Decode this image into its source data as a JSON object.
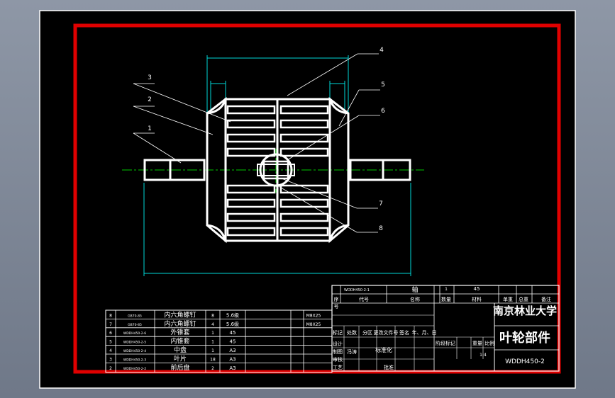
{
  "viewer": {
    "background": "#8e97a6"
  },
  "sheet": {
    "background": "#000000",
    "border_color": "#e00000"
  },
  "colors": {
    "dimension": "#00d8d8",
    "centerline": "#00c800",
    "leader": "#ffffff",
    "linework": "#ffffff"
  },
  "balloons": [
    "4",
    "3",
    "2",
    "5",
    "6",
    "1",
    "7",
    "8"
  ],
  "title_block": {
    "school": "南京林业大学",
    "part_name": "叶轮部件",
    "drawing_no": "WDDH450-2",
    "top_code": "WDDH450-2-1",
    "top_name": "轴",
    "top_qty": "1",
    "top_material": "45",
    "header": {
      "seq": "序",
      "code": "代号",
      "name": "名称",
      "qty": "数量",
      "material": "材料",
      "unit_wt": "单重",
      "total_wt": "总重",
      "note": "备注",
      "no": "号"
    },
    "change_row": [
      "标记",
      "处数",
      "分区",
      "更改文件号",
      "签名",
      "年、月、日"
    ],
    "roles": [
      "设计",
      "制图",
      "审核",
      "工艺"
    ],
    "role_names": [
      "",
      "冯涛",
      "",
      "批准"
    ],
    "std_label": "标准化",
    "stage_row": [
      "阶段标记",
      "重量",
      "比例"
    ],
    "scale": "1:4"
  },
  "bom_rows": [
    {
      "seq": "8",
      "code": "GB70-85",
      "name": "内六角螺钉",
      "qty": "8",
      "material": "5.6级",
      "note": "M8X25"
    },
    {
      "seq": "7",
      "code": "GB70-85",
      "name": "内六角螺钉",
      "qty": "4",
      "material": "5.6级",
      "note": "M8X25"
    },
    {
      "seq": "6",
      "code": "WDDH450-2-6",
      "name": "外锥套",
      "qty": "1",
      "material": "45",
      "note": ""
    },
    {
      "seq": "5",
      "code": "WDDH450-2-5",
      "name": "内锥套",
      "qty": "1",
      "material": "45",
      "note": ""
    },
    {
      "seq": "4",
      "code": "WDDH450-2-4",
      "name": "中盘",
      "qty": "1",
      "material": "A3",
      "note": ""
    },
    {
      "seq": "3",
      "code": "WDDH450-2-3",
      "name": "叶片",
      "qty": "18",
      "material": "A3",
      "note": ""
    },
    {
      "seq": "2",
      "code": "WDDH450-2-2",
      "name": "前后盘",
      "qty": "2",
      "material": "A3",
      "note": ""
    }
  ]
}
